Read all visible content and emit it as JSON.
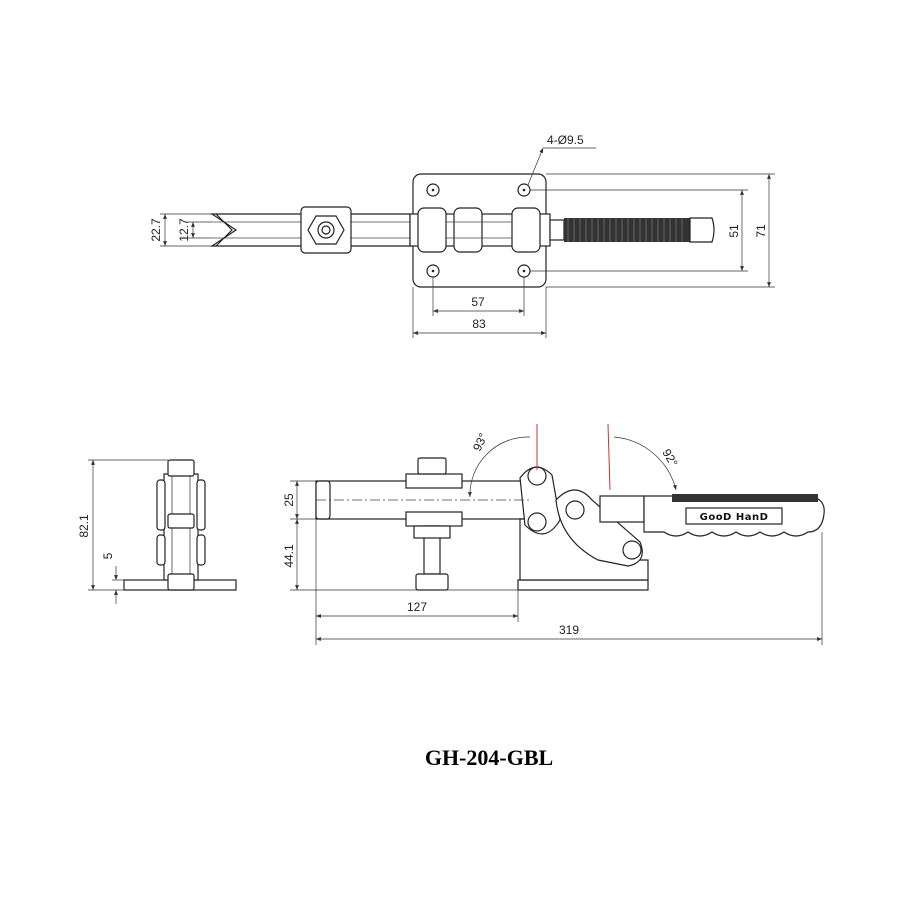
{
  "title": "GH-204-GBL",
  "brand_label": "GooD HanD",
  "top_view": {
    "hole_callout": "4-Ø9.5",
    "dim_base_spacing": "57",
    "dim_base_width": "83",
    "dim_hole_vertical": "51",
    "dim_base_height": "71",
    "dim_spindle_outer": "22.7",
    "dim_spindle_inner": "12.7"
  },
  "side_view": {
    "angle_left": "93°",
    "angle_right": "92°",
    "dim_arm_height": "25",
    "dim_base_to_arm": "44.1",
    "dim_spindle_position": "127",
    "dim_total_length": "319"
  },
  "end_view": {
    "dim_total_height": "82.1",
    "dim_base_thickness": "5"
  }
}
